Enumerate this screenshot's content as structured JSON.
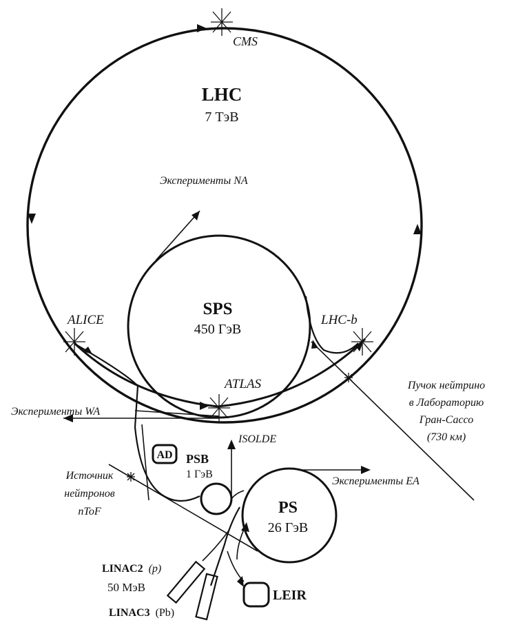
{
  "lhc": {
    "name": "LHC",
    "energy": "7 ТэВ"
  },
  "sps": {
    "name": "SPS",
    "energy": "450 ГэВ"
  },
  "ps": {
    "name": "PS",
    "energy": "26 ГэВ"
  },
  "psb": {
    "name": "PSB",
    "energy": "1 ГэВ"
  },
  "ad": {
    "name": "AD"
  },
  "leir": {
    "name": "LEIR"
  },
  "linac2": {
    "name": "LINAC2",
    "particle": "(p)",
    "energy": "50 МэВ"
  },
  "linac3": {
    "name": "LINAC3",
    "particle": "(Pb)"
  },
  "detectors": {
    "cms": "CMS",
    "alice": "ALICE",
    "lhcb": "LHC-b",
    "atlas": "ATLAS"
  },
  "experiments": {
    "na": "Эксперименты NA",
    "wa": "Эксперименты WA",
    "ea": "Эксперименты EA",
    "isolde": "ISOLDE"
  },
  "ntof": [
    "Источник",
    "нейтронов",
    "nToF"
  ],
  "neutrino": [
    "Пучок нейтрино",
    "в Лабораторию",
    "Гран-Сассо",
    "(730 км)"
  ]
}
